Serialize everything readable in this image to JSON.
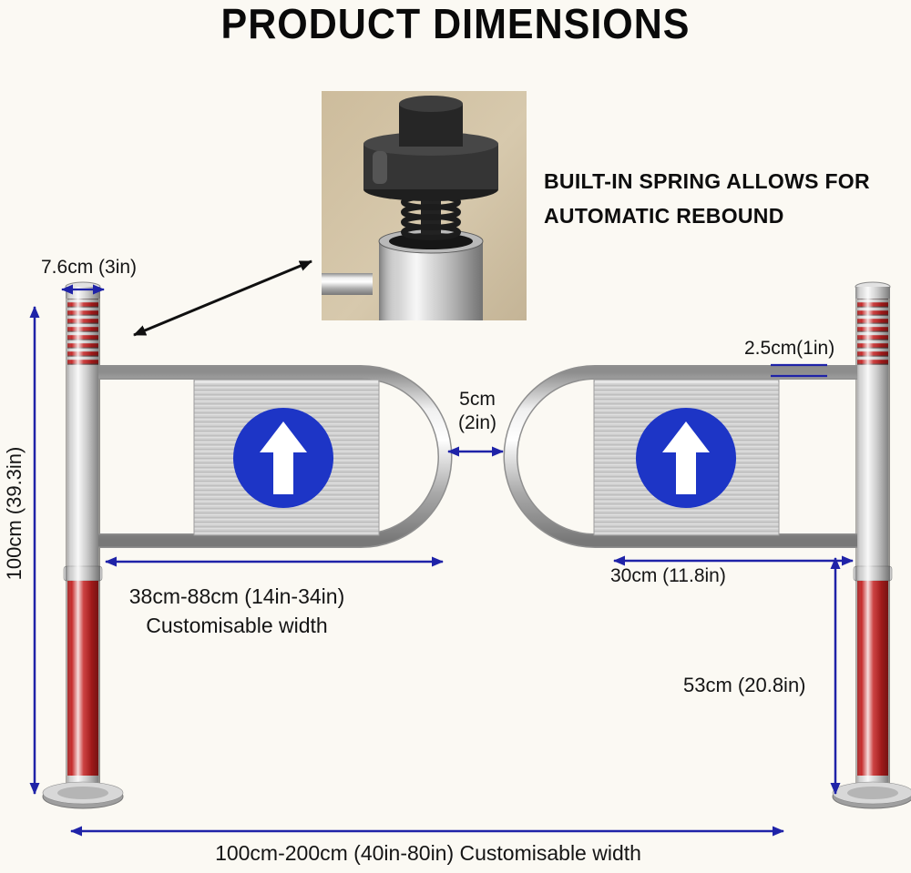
{
  "colors": {
    "background": "#fbf9f3",
    "dimension": "#1f23a8",
    "sign_blue": "#1d35c6",
    "post_red": "#c21f1f"
  },
  "title": "PRODUCT DIMENSIONS",
  "inset": {
    "caption_line1": "BUILT-IN SPRING ALLOWS FOR",
    "caption_line2": "AUTOMATIC REBOUND",
    "photo": "spring-mechanism-close-up-photo"
  },
  "labels": {
    "post_diameter": "7.6cm (3in)",
    "overall_height": "100cm (39.3in)",
    "gap_cm": "5cm",
    "gap_in": "(2in)",
    "tube_diameter": "2.5cm(1in)",
    "left_gate_width": "38cm-88cm (14in-34in)",
    "left_gate_width_note": "Customisable width",
    "right_gate_width": "30cm (11.8in)",
    "gate_height": "53cm (20.8in)",
    "overall_width": "100cm-200cm (40in-80in) Customisable width"
  },
  "sign": {
    "icon": "up-arrow"
  }
}
